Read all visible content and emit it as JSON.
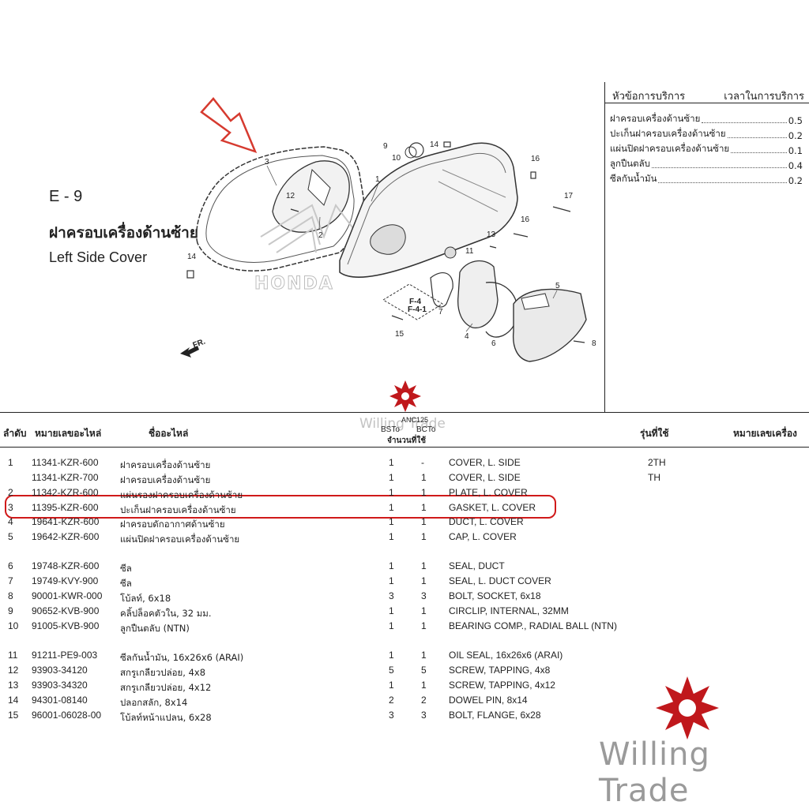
{
  "section": {
    "code": "E - 9",
    "title_th": "ฝาครอบเครื่องด้านซ้าย",
    "title_en": "Left Side Cover"
  },
  "service": {
    "header_item": "หัวข้อการบริการ",
    "header_time": "เวลาในการบริการ",
    "rows": [
      {
        "name": "ฝาครอบเครื่องด้านซ้าย",
        "time": "0.5"
      },
      {
        "name": "ปะเก็นฝาครอบเครื่องด้านซ้าย",
        "time": "0.2"
      },
      {
        "name": "แผ่นปิดฝาครอบเครื่องด้านซ้าย",
        "time": "0.1"
      },
      {
        "name": "ลูกปืนตลับ",
        "time": "0.4"
      },
      {
        "name": "ซีลกันน้ำมัน",
        "time": "0.2"
      }
    ]
  },
  "diagram": {
    "brand_mark": "HONDA",
    "front_label": "FR.",
    "refs": [
      "F-4",
      "F-4-1"
    ],
    "callouts": [
      "1",
      "2",
      "3",
      "4",
      "5",
      "6",
      "7",
      "8",
      "9",
      "10",
      "11",
      "12",
      "13",
      "14",
      "15",
      "16",
      "16",
      "17"
    ]
  },
  "table": {
    "headers": {
      "no": "ลำดับ",
      "part_no": "หมายเลขอะไหล่",
      "name": "ชื่ออะไหล่",
      "model_top": "ANC125",
      "bst": "BSTo",
      "bct": "BCTo",
      "qty": "จำนวนที่ใช้",
      "model": "รุ่นที่ใช้",
      "engine_no": "หมายเลขเครื่อง"
    },
    "rows": [
      {
        "no": "1",
        "part_no": "11341-KZR-600",
        "name": "ฝาครอบเครื่องด้านซ้าย",
        "q1": "1",
        "q2": "-",
        "en": "COVER, L. SIDE",
        "model": "2TH"
      },
      {
        "no": "",
        "part_no": "11341-KZR-700",
        "name": "ฝาครอบเครื่องด้านซ้าย",
        "q1": "1",
        "q2": "1",
        "en": "COVER, L. SIDE",
        "model": "TH"
      },
      {
        "no": "2",
        "part_no": "11342-KZR-600",
        "name": "แผ่นรองฝาครอบเครื่องด้านซ้าย",
        "q1": "1",
        "q2": "1",
        "en": "PLATE, L. COVER",
        "model": ""
      },
      {
        "no": "3",
        "part_no": "11395-KZR-600",
        "name": "ปะเก็นฝาครอบเครื่องด้านซ้าย",
        "q1": "1",
        "q2": "1",
        "en": "GASKET, L. COVER",
        "model": ""
      },
      {
        "no": "4",
        "part_no": "19641-KZR-600",
        "name": "ฝาครอบดักอากาศด้านซ้าย",
        "q1": "1",
        "q2": "1",
        "en": "DUCT, L. COVER",
        "model": ""
      },
      {
        "no": "5",
        "part_no": "19642-KZR-600",
        "name": "แผ่นปิดฝาครอบเครื่องด้านซ้าย",
        "q1": "1",
        "q2": "1",
        "en": "CAP, L. COVER",
        "model": ""
      },
      {
        "no": "6",
        "part_no": "19748-KZR-600",
        "name": "ซีล",
        "q1": "1",
        "q2": "1",
        "en": "SEAL, DUCT",
        "model": ""
      },
      {
        "no": "7",
        "part_no": "19749-KVY-900",
        "name": "ซีล",
        "q1": "1",
        "q2": "1",
        "en": "SEAL, L. DUCT COVER",
        "model": ""
      },
      {
        "no": "8",
        "part_no": "90001-KWR-000",
        "name": "โบ้ลท์, 6x18",
        "q1": "3",
        "q2": "3",
        "en": "BOLT, SOCKET, 6x18",
        "model": ""
      },
      {
        "no": "9",
        "part_no": "90652-KVB-900",
        "name": "คลิ้ปล็อคตัวใน, 32 มม.",
        "q1": "1",
        "q2": "1",
        "en": "CIRCLIP, INTERNAL, 32MM",
        "model": ""
      },
      {
        "no": "10",
        "part_no": "91005-KVB-900",
        "name": "ลูกปืนตลับ (NTN)",
        "q1": "1",
        "q2": "1",
        "en": "BEARING COMP., RADIAL BALL (NTN)",
        "model": ""
      },
      {
        "no": "11",
        "part_no": "91211-PE9-003",
        "name": "ซีลกันน้ำมัน, 16x26x6 (ARAI)",
        "q1": "1",
        "q2": "1",
        "en": "OIL SEAL, 16x26x6 (ARAI)",
        "model": ""
      },
      {
        "no": "12",
        "part_no": "93903-34120",
        "name": "สกรูเกลียวปล่อย, 4x8",
        "q1": "5",
        "q2": "5",
        "en": "SCREW, TAPPING, 4x8",
        "model": ""
      },
      {
        "no": "13",
        "part_no": "93903-34320",
        "name": "สกรูเกลียวปล่อย, 4x12",
        "q1": "1",
        "q2": "1",
        "en": "SCREW, TAPPING, 4x12",
        "model": ""
      },
      {
        "no": "14",
        "part_no": "94301-08140",
        "name": "ปลอกสลัก, 8x14",
        "q1": "2",
        "q2": "2",
        "en": "DOWEL PIN, 8x14",
        "model": ""
      },
      {
        "no": "15",
        "part_no": "96001-06028-00",
        "name": "โบ้ลท์หน้าแปลน, 6x28",
        "q1": "3",
        "q2": "3",
        "en": "BOLT, FLANGE, 6x28",
        "model": ""
      }
    ]
  },
  "watermark": "Willing Trade",
  "brand": "Willing Trade",
  "colors": {
    "highlight": "#d01a1a",
    "logo": "#c0181c",
    "brand_text": "#9a9a9a"
  }
}
